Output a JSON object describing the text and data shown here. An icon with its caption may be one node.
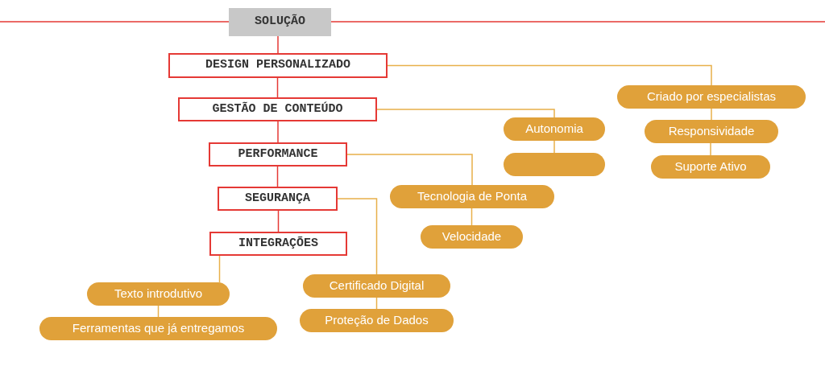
{
  "diagram": {
    "nodes": [
      {
        "text": [
          "SOLUÇÃO"
        ]
      },
      {
        "text": [
          "DESIGN PERSONALIZADO"
        ]
      },
      {
        "text": [
          "GESTÃO DE CONTEÚDO"
        ]
      },
      {
        "text": [
          "PERFORMANCE"
        ]
      },
      {
        "text": [
          "SEGURANÇA"
        ]
      },
      {
        "text": [
          "INTEGRAÇÕES"
        ]
      },
      {
        "text": [
          "Criado por especialistas"
        ]
      },
      {
        "text": [
          "Responsividade"
        ]
      },
      {
        "text": [
          "Suporte Ativo"
        ]
      },
      {
        "text": [
          "Autonomia"
        ]
      },
      {
        "text": [],
        "shape": "box"
      },
      {
        "text": [
          "Tecnologia de Ponta"
        ]
      },
      {
        "text": [
          "Velocidade"
        ]
      },
      {
        "text": [
          "Certificado Digital"
        ]
      },
      {
        "text": [
          "Proteção de Dados"
        ]
      },
      {
        "text": [
          "Texto introdutivo"
        ]
      },
      {
        "text": [
          "Ferramentas que já entregamos"
        ]
      }
    ],
    "edges": [
      {
        "from": 0,
        "to": 1,
        "arrow": "none",
        "color": "#e53935"
      },
      {
        "from": 1,
        "to": 2,
        "arrow": "none",
        "color": "#e53935"
      },
      {
        "from": 2,
        "to": 3,
        "arrow": "none",
        "color": "#e53935"
      },
      {
        "from": 3,
        "to": 4,
        "arrow": "none",
        "color": "#e53935"
      },
      {
        "from": 4,
        "to": 5,
        "arrow": "none",
        "color": "#e53935"
      },
      {
        "from": 1,
        "to": 6,
        "arrow": "none"
      },
      {
        "from": 6,
        "to": 7,
        "arrow": "none"
      },
      {
        "from": 7,
        "to": 8,
        "arrow": "none"
      },
      {
        "from": 2,
        "to": 9,
        "arrow": "none"
      },
      {
        "from": 9,
        "to": 10,
        "arrow": "none"
      },
      {
        "from": 3,
        "to": 11,
        "arrow": "none"
      },
      {
        "from": 11,
        "to": 12,
        "arrow": "none"
      },
      {
        "from": 4,
        "to": 13,
        "arrow": "none"
      },
      {
        "from": 13,
        "to": 14,
        "arrow": "none"
      },
      {
        "from": 5,
        "to": 15,
        "arrow": "none"
      },
      {
        "from": 15,
        "to": 16,
        "arrow": "none"
      }
    ]
  }
}
